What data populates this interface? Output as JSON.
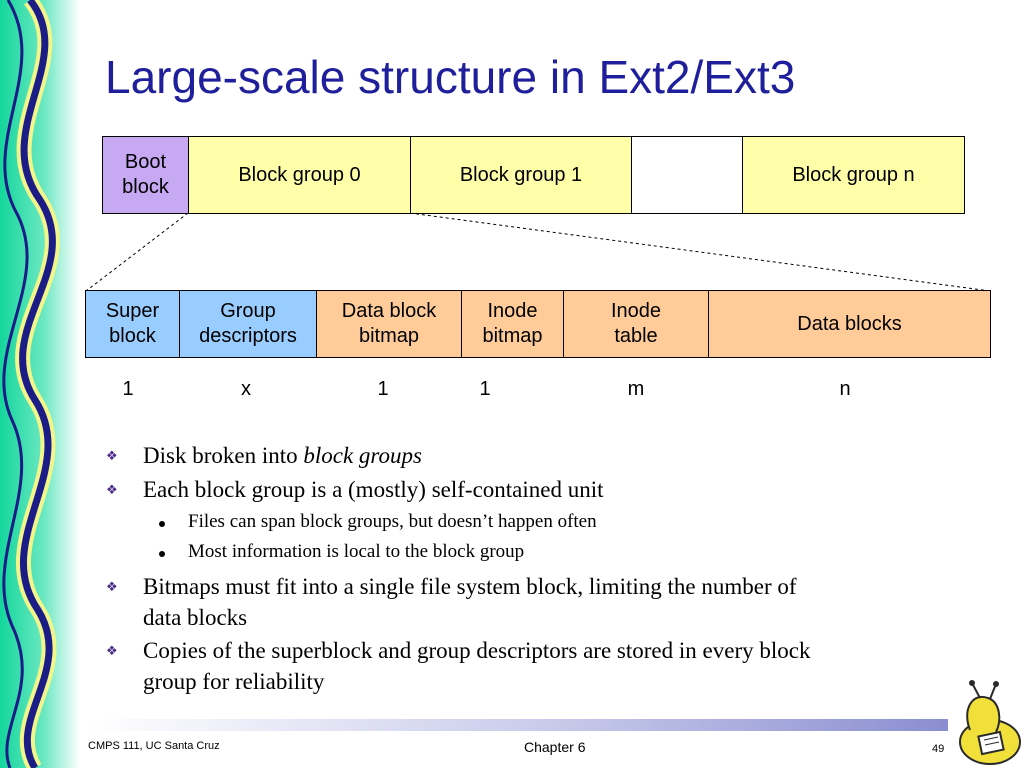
{
  "title": "Large-scale structure in Ext2/Ext3",
  "colors": {
    "title": "#1f1f9c",
    "boot_block": "#c6a8f3",
    "block_group": "#ffffaa",
    "meta_block": "#99ccff",
    "data_block": "#ffcc99"
  },
  "disk_layout": {
    "boot": [
      "Boot",
      "block"
    ],
    "group0": "Block group 0",
    "group1": "Block group 1",
    "gap": "",
    "groupn": "Block group n"
  },
  "group_layout": {
    "super": [
      "Super",
      "block"
    ],
    "descriptors": [
      "Group",
      "descriptors"
    ],
    "block_bitmap": [
      "Data block",
      "bitmap"
    ],
    "inode_bitmap": [
      "Inode",
      "bitmap"
    ],
    "inode_table": [
      "Inode",
      "table"
    ],
    "data_blocks": "Data blocks"
  },
  "counts": [
    "1",
    "x",
    "1",
    "1",
    "m",
    "n"
  ],
  "bullets": {
    "b1_plain": "Disk broken into ",
    "b1_italic": "block groups",
    "b2": "Each block group is a (mostly) self-contained unit",
    "b2_sub1": "Files can span block groups, but doesn’t happen often",
    "b2_sub2": "Most information is local to the block group",
    "b3_line1": "Bitmaps must fit into a single file system block, limiting the number of",
    "b3_line2": "data blocks",
    "b4_line1": "Copies of the superblock and group descriptors are stored in every block",
    "b4_line2": "group for reliability",
    "marker_main": "❖"
  },
  "footer": {
    "left": "CMPS 111, UC Santa Cruz",
    "center": "Chapter 6",
    "page": "49"
  }
}
